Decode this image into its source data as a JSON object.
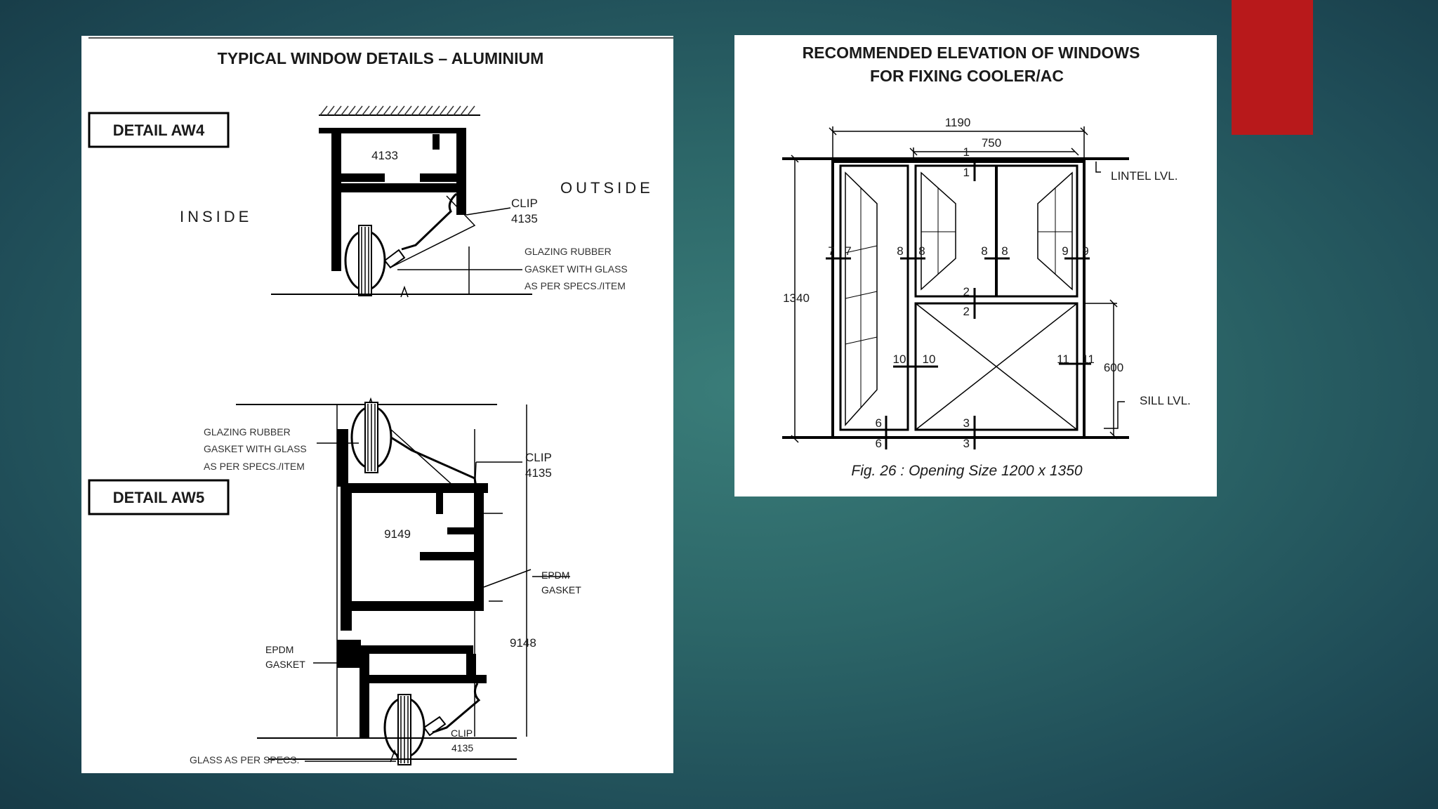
{
  "left": {
    "title": "TYPICAL WINDOW DETAILS – ALUMINIUM",
    "aw4": {
      "label": "DETAIL AW4",
      "inside": "INSIDE",
      "outside": "OUTSIDE",
      "profile": "4133",
      "clip": [
        "CLIP",
        "4135"
      ],
      "glazing": [
        "GLAZING RUBBER",
        "GASKET WITH GLASS",
        "AS PER SPECS./ITEM"
      ]
    },
    "aw5": {
      "label": "DETAIL AW5",
      "glazing": [
        "GLAZING RUBBER",
        "GASKET WITH GLASS",
        "AS PER SPECS./ITEM"
      ],
      "clip_top": [
        "CLIP",
        "4135"
      ],
      "profile_main": "9149",
      "profile_side": "9148",
      "epdm_right": [
        "EPDM",
        "GASKET"
      ],
      "epdm_left": [
        "EPDM",
        "GASKET"
      ],
      "clip_bottom": [
        "CLIP",
        "4135"
      ],
      "glass": "GLASS AS PER SPECS."
    }
  },
  "right": {
    "title": [
      "RECOMMENDED ELEVATION OF WINDOWS",
      "FOR FIXING COOLER/AC"
    ],
    "dims": {
      "overall_width": "1190",
      "inner_width": "750",
      "height": "1340",
      "sill_height": "600"
    },
    "levels": {
      "lintel": "LINTEL LVL.",
      "sill": "SILL LVL."
    },
    "section_marks": [
      "1",
      "2",
      "3",
      "6",
      "7",
      "8",
      "9",
      "10",
      "11"
    ],
    "caption": "Fig. 26 : Opening Size 1200 x 1350"
  },
  "colors": {
    "accent": "#b8191b",
    "panel": "#ffffff",
    "background": "#2c6668"
  }
}
